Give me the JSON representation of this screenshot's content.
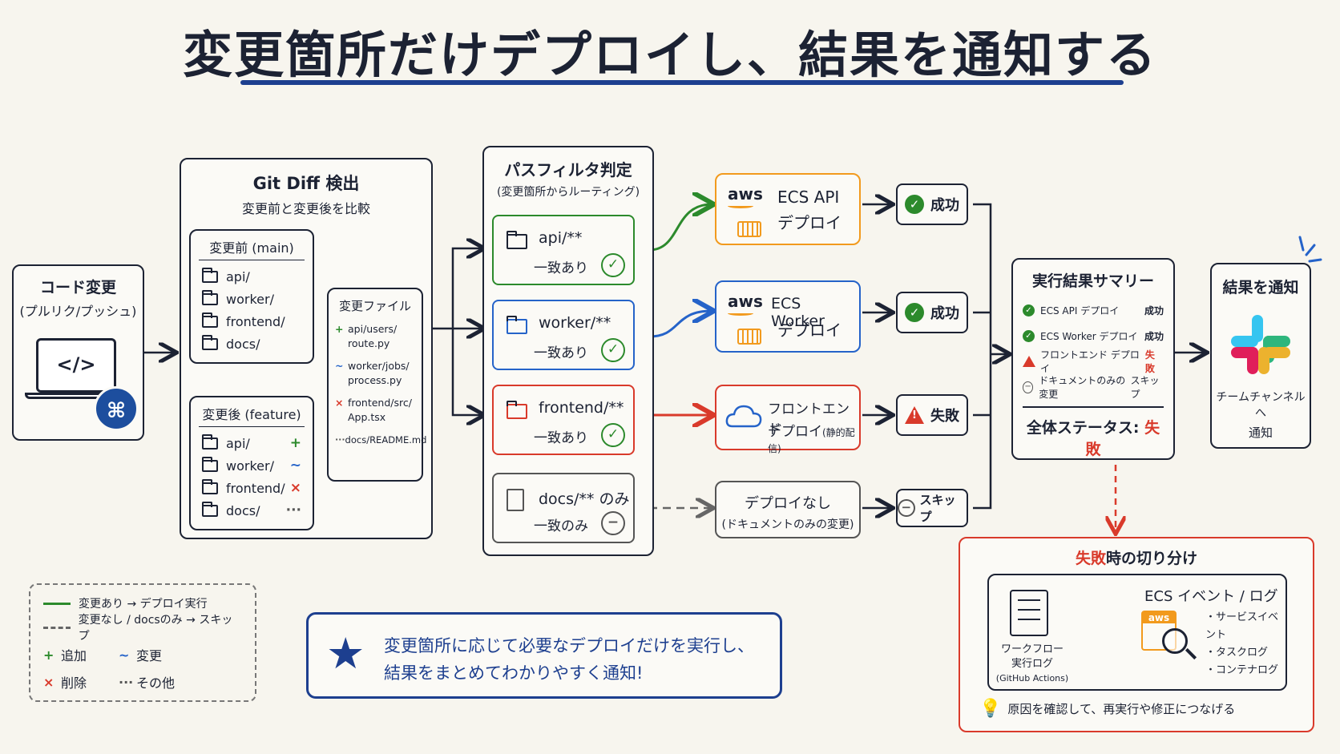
{
  "title": "変更箇所だけデプロイし、結果を通知する",
  "code_change": {
    "title": "コード変更",
    "subtitle": "(プルリク/プッシュ)",
    "laptop_glyph": "</>"
  },
  "git_diff": {
    "title": "Git Diff 検出",
    "subtitle": "変更前と変更後を比較",
    "before": {
      "title": "変更前 (main)",
      "folders": [
        "api/",
        "worker/",
        "frontend/",
        "docs/"
      ]
    },
    "after": {
      "title": "変更後 (feature)",
      "folders": [
        {
          "name": "api/",
          "mark": "+"
        },
        {
          "name": "worker/",
          "mark": "~"
        },
        {
          "name": "frontend/",
          "mark": "×"
        },
        {
          "name": "docs/",
          "mark": "···"
        }
      ]
    },
    "changed_files": {
      "title": "変更ファイル",
      "files": [
        {
          "mark": "+",
          "line1": "api/users/",
          "line2": "route.py"
        },
        {
          "mark": "~",
          "line1": "worker/jobs/",
          "line2": "process.py"
        },
        {
          "mark": "×",
          "line1": "frontend/src/",
          "line2": "App.tsx"
        },
        {
          "mark": "···",
          "line1": "docs/README.md",
          "line2": ""
        }
      ]
    }
  },
  "path_filter": {
    "title": "パスフィルタ判定",
    "subtitle": "(変更箇所からルーティング)",
    "routes": [
      {
        "path": "api/**",
        "match": "一致あり",
        "mark": "✓",
        "color": "#2c8a2c"
      },
      {
        "path": "worker/**",
        "match": "一致あり",
        "mark": "✓",
        "color": "#2563c9"
      },
      {
        "path": "frontend/**",
        "match": "一致あり",
        "mark": "✓",
        "color": "#d93a2b"
      },
      {
        "path": "docs/** のみ",
        "match": "一致のみ",
        "mark": "−",
        "color": "#555555"
      }
    ]
  },
  "deploys": [
    {
      "logo": "aws",
      "line1": "ECS API",
      "line2": "デプロイ",
      "color": "#f29a1d"
    },
    {
      "logo": "aws",
      "line1": "ECS Worker",
      "line2": "デプロイ",
      "color": "#2563c9"
    },
    {
      "logo": "cloud",
      "line1": "フロントエンド",
      "line2": "デプロイ",
      "line2_small": "(静的配信)",
      "color": "#d93a2b"
    },
    {
      "logo": "",
      "line1": "デプロイなし",
      "line2": "(ドキュメントのみの変更)",
      "color": "#555555"
    }
  ],
  "statuses": [
    {
      "type": "ok",
      "label": "成功"
    },
    {
      "type": "ok",
      "label": "成功"
    },
    {
      "type": "fail",
      "label": "失敗"
    },
    {
      "type": "skip",
      "label": "スキップ"
    }
  ],
  "summary": {
    "title": "実行結果サマリー",
    "rows": [
      {
        "type": "ok",
        "name": "ECS API デプロイ",
        "status": "成功"
      },
      {
        "type": "ok",
        "name": "ECS Worker デプロイ",
        "status": "成功"
      },
      {
        "type": "fail",
        "name": "フロントエンド デプロイ",
        "status": "失敗"
      },
      {
        "type": "skip",
        "name": "ドキュメントのみの変更",
        "status": "スキップ"
      }
    ],
    "overall_label": "全体ステータス:",
    "overall_value": "失敗"
  },
  "notify": {
    "title": "結果を通知",
    "line1": "チームチャンネルへ",
    "line2": "通知"
  },
  "failure": {
    "title_red": "失敗",
    "title_rest": "時の切り分け",
    "workflow_line1": "ワークフロー",
    "workflow_line2": "実行ログ",
    "workflow_line3": "(GitHub Actions)",
    "ecs_title": "ECS イベント / ログ",
    "ecs_items": [
      "・サービスイベント",
      "・タスクログ",
      "・コンテナログ"
    ],
    "tip": "原因を確認して、再実行や修正につなげる"
  },
  "legend": {
    "solid": "変更あり → デプロイ実行",
    "dashed": "変更なし / docsのみ → スキップ",
    "add_mark": "+",
    "add": "追加",
    "mod_mark": "~",
    "mod": "変更",
    "del_mark": "×",
    "del": "削除",
    "other_mark": "···",
    "other": "その他"
  },
  "callout": {
    "line1": "変更箇所に応じて必要なデプロイだけを実行し、",
    "line2": "結果をまとめてわかりやすく通知!"
  },
  "colors": {
    "green": "#2c8a2c",
    "blue": "#2563c9",
    "red": "#d93a2b",
    "orange": "#f29a1d",
    "navy": "#1d3f8f"
  }
}
